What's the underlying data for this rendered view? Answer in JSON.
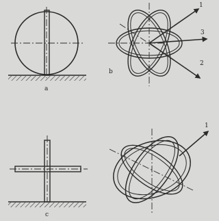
{
  "panels": {
    "a": {
      "caption": "a"
    },
    "b": {
      "caption": "b",
      "arrows": [
        "1",
        "3",
        "2"
      ]
    },
    "c": {
      "caption": "c"
    },
    "d": {
      "arrows": [
        "1"
      ]
    }
  }
}
